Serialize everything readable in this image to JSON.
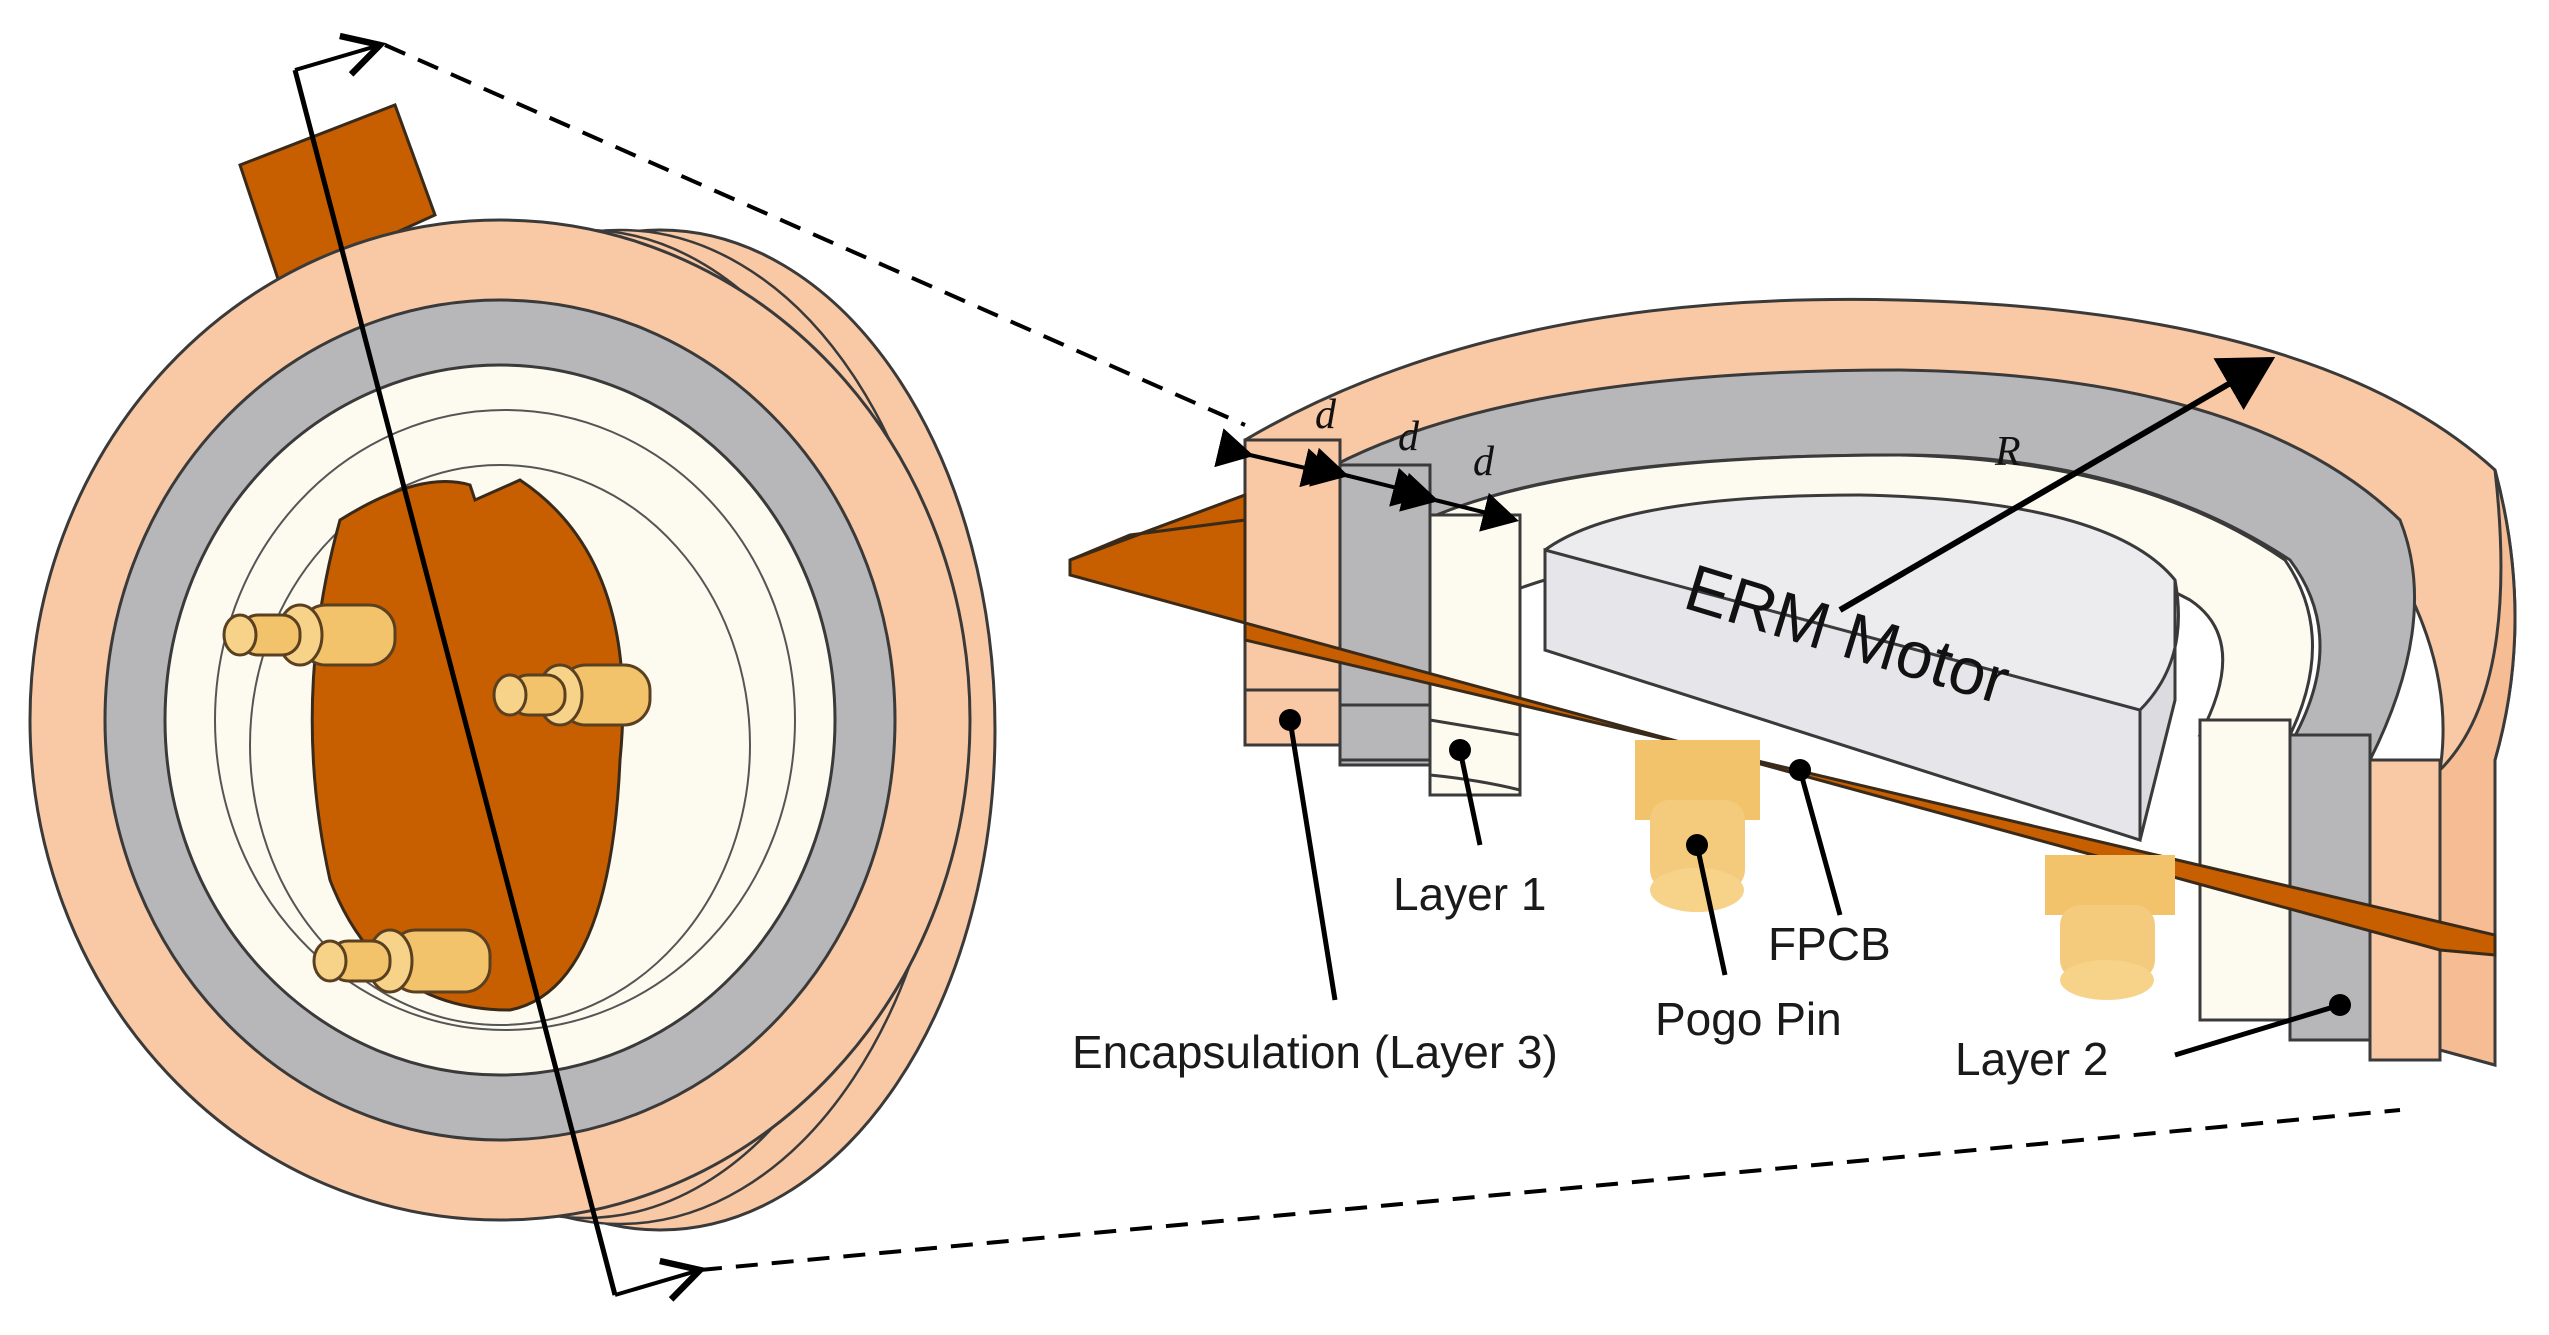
{
  "labels": {
    "encapsulation": "Encapsulation (Layer 3)",
    "layer1": "Layer 1",
    "layer2": "Layer 2",
    "pogo_pin": "Pogo Pin",
    "fpcb": "FPCB",
    "erm_motor": "ERM Motor",
    "dim_d": "d",
    "dim_r": "R"
  },
  "colors": {
    "encapsulation": "#f9c8a4",
    "layer2_gray": "#b7b7b9",
    "layer1_cream": "#fdfaf0",
    "fpcb_copper": "#c75e00",
    "pogo_gold": "#f2c36a",
    "motor_gray": "#ececef",
    "outline": "#3a3a3a"
  }
}
